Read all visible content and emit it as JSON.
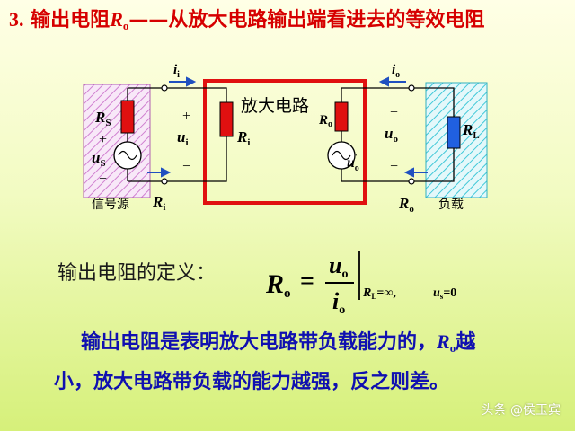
{
  "title": {
    "number": "3.",
    "prefix": "输出电阻",
    "symbol": "R",
    "symbol_sub": "o",
    "dash": "——",
    "text": "从放大电路输出端看进去的等效电阻"
  },
  "circuit": {
    "amplifier_label": "放大电路",
    "source_label": "信号源",
    "load_label": "负载",
    "input_current": {
      "sym": "i",
      "sub": "i"
    },
    "output_current": {
      "sym": "i",
      "sub": "o"
    },
    "input_voltage": {
      "sym": "u",
      "sub": "i"
    },
    "output_voltage": {
      "sym": "u",
      "sub": "o"
    },
    "source_voltage": {
      "sym": "u",
      "sub": "S"
    },
    "internal_source": {
      "sym": "u",
      "sup": "'",
      "sub": "o"
    },
    "source_resistor": {
      "sym": "R",
      "sub": "S"
    },
    "input_resistor": {
      "sym": "R",
      "sub": "i"
    },
    "output_resistor": {
      "sym": "R",
      "sub": "o"
    },
    "load_resistor": {
      "sym": "R",
      "sub": "L"
    },
    "input_port_label": {
      "sym": "R",
      "sub": "i"
    },
    "output_port_label": {
      "sym": "R",
      "sub": "o"
    },
    "plus": "+",
    "minus": "−",
    "colors": {
      "amp_box": "#e01010",
      "resistor_red": "#e01010",
      "resistor_blue": "#2060e0",
      "source_box": "#d080d0",
      "load_box": "#40c8d8",
      "arrow": "#2050c0"
    }
  },
  "definition": {
    "label": "输出电阻的定义：",
    "lhs": {
      "sym": "R",
      "sub": "o"
    },
    "equals": "=",
    "numerator": {
      "sym": "u",
      "sub": "o"
    },
    "denominator": {
      "sym": "i",
      "sub": "o"
    },
    "cond1": {
      "sym": "R",
      "sub": "L",
      "value": "=∞,"
    },
    "cond2": {
      "sym": "u",
      "sub": "s",
      "value": "=0"
    }
  },
  "description": {
    "part1": "输出电阻是表明放大电路带负载能力的，",
    "symbol": "R",
    "symbol_sub": "o",
    "part2": "越",
    "line2": "小，放大电路带负载的能力越强，反之则差。"
  },
  "watermark": "头条 @侯玉宾"
}
